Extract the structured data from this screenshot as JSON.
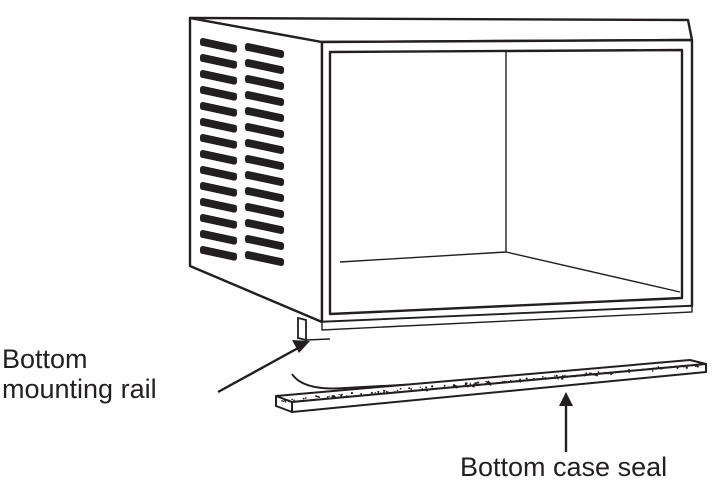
{
  "labels": {
    "rail_line1": "Bottom",
    "rail_line2": "mounting rail",
    "case_seal": "Bottom case seal"
  },
  "colors": {
    "line": "#231f20",
    "fill": "#ffffff",
    "vent": "#231f20"
  },
  "icons": {
    "rail_arrow": "arrow-up-right",
    "seal_arrow": "arrow-up"
  }
}
